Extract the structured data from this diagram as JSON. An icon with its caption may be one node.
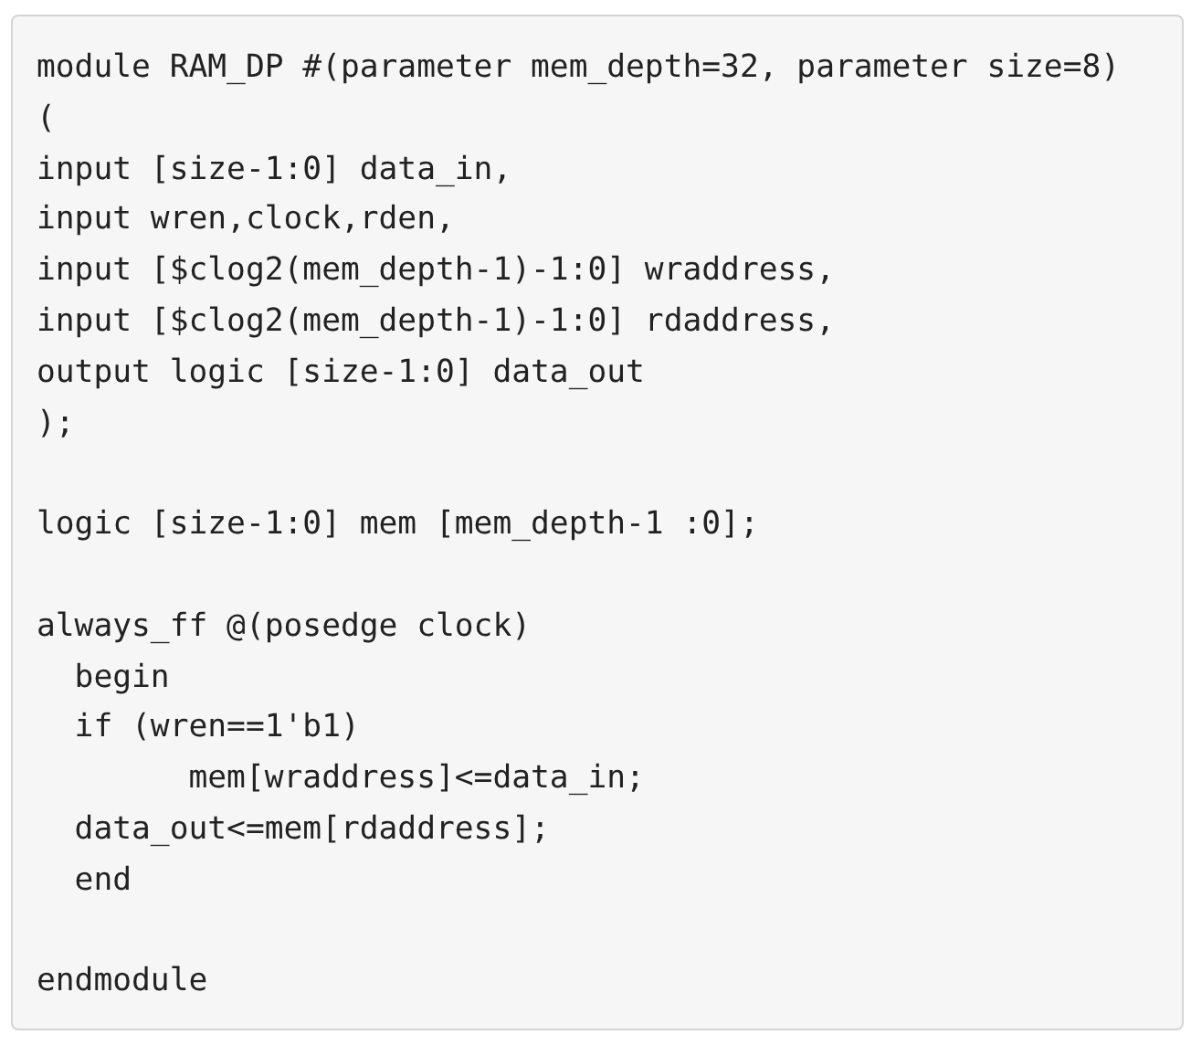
{
  "diagram": {
    "labels": [
      "module RAM_DP #(parameter mem_depth=32, parameter size=8)",
      "(",
      "input [size-1:0] data_in,",
      "input wren,clock,rden,",
      "input [$clog2(mem_depth-1)-1:0] wraddress,",
      "input [$clog2(mem_depth-1)-1:0] rdaddress,",
      "output logic [size-1:0] data_out",
      ");",
      "logic [size-1:0] mem [mem_depth-1 :0];",
      "always_ff @(posedge clock)",
      "  begin",
      "  if (wren==1'b1)",
      "        mem[wraddress]<=data_in;",
      "  data_out<=mem[rdaddress];",
      "  end",
      "endmodule"
    ]
  }
}
